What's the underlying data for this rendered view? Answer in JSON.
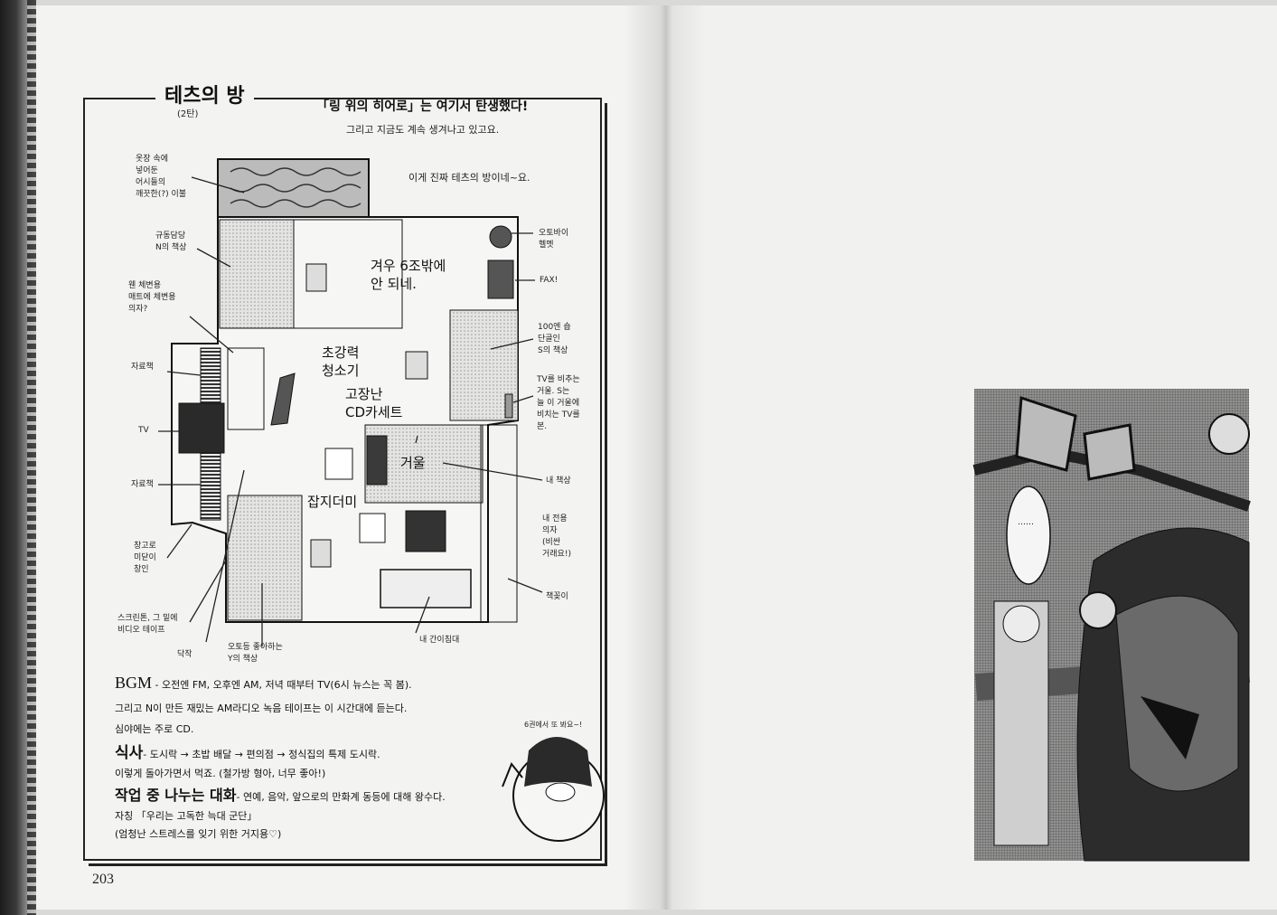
{
  "page": {
    "title": "테츠의 방",
    "subtitle": "(2탄)",
    "hero_line": "「링 위의 히어로」는 여기서 탄생했다!",
    "hero_sub": "그리고 지금도 계속 생겨나고 있고요.",
    "real_room": "이게 진짜 테츠의 방이네~요.",
    "page_number": "203"
  },
  "labels": {
    "closet": "옷장 속에\n넣어둔\n어시들의\n깨끗한(?) 이불",
    "n_desk": "규동담당\nN의 책상",
    "chair": "웬 체변용\n매트에 체변용\n의자?",
    "shelf1": "자료책",
    "tv": "TV",
    "shelf2": "자료책",
    "window": "창고로\n미닫이\n창인",
    "screen_tone": "스크린톤, 그 밑에\n비디오 테이프",
    "bed": "닥작",
    "s_desk_left": "오토등 좋아하는\nY의 책상",
    "bike_helmet": "오토바이\n헬멧",
    "fax": "FAX!",
    "s_desk": "100엔 숍\n단골인\nS의 책상",
    "mirror": "TV를 비추는\n거울. S는\n늘 이 거울에\n비치는 TV를\n본.",
    "my_desk": "내 책상",
    "my_chair": "내 전용\n의자\n(비싼\n거래요!)",
    "bookshelf": "책꽂이",
    "my_bed": "내 간이침대",
    "six_mats": "겨우 6조밖에\n안 되네.",
    "vacuum": "초강력\n청소기",
    "cd": "고장난\nCD카세트",
    "mirror2": "거울",
    "magazines": "잡지더미",
    "next_vol": "6권에서 또 봐요~!"
  },
  "bottom": {
    "bgm_head": "BGM",
    "bgm": "- 오전엔 FM, 오후엔 AM, 저녁 때부터 TV(6시 뉴스는 꼭 봄).",
    "bgm2": "그리고 N이 만든 재밌는 AM라디오 녹음 테이프는 이 시간대에 듣는다.",
    "bgm3": "심야에는 주로 CD.",
    "meal_head": "식사",
    "meal": "- 도시락 → 초밥 배달 → 편의점 → 정식집의 특제 도시락.",
    "meal2": "이렇게 돌아가면서 먹죠. (철가방 형아, 너무 좋아!)",
    "talk_head": "작업 중 나누는 대화",
    "talk": "- 연예, 음악, 앞으로의 만화계 동등에 대해 왕수다.",
    "talk2": "자칭 「우리는 고독한 늑대 군단」",
    "talk3": "(엄청난 스트레스를 잊기 위한 거지용♡)"
  },
  "panel": {
    "bubble": "……"
  }
}
